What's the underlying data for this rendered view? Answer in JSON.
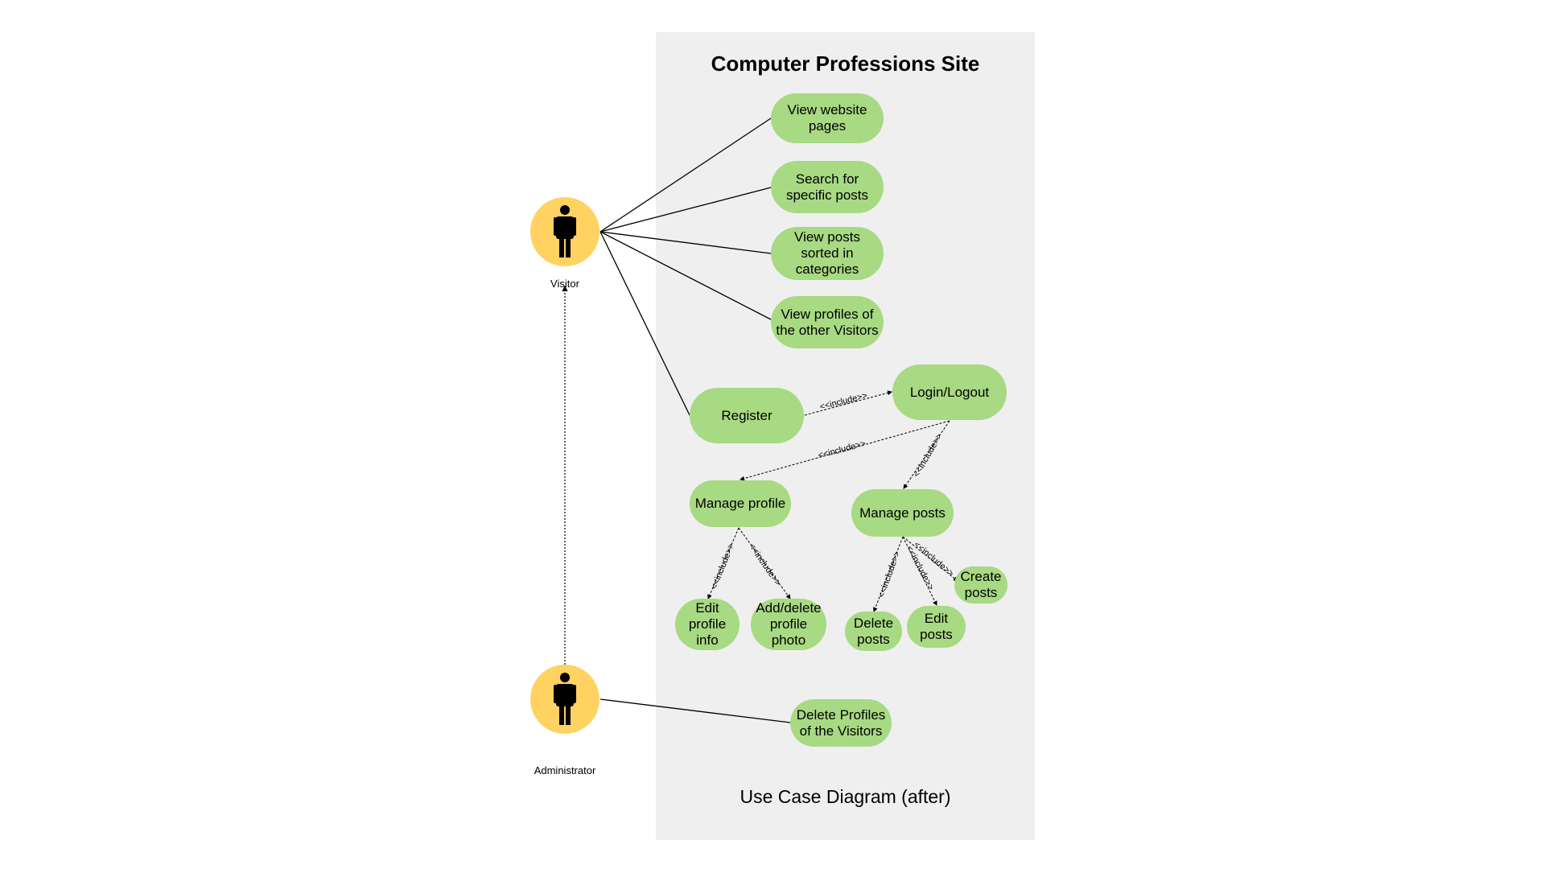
{
  "system": {
    "title": "Computer Professions Site",
    "caption": "Use Case Diagram (after)"
  },
  "actors": {
    "visitor": {
      "label": "Visitor"
    },
    "administrator": {
      "label": "Administrator"
    }
  },
  "use_cases": {
    "view_pages": "View website\npages",
    "search_posts": "Search for\nspecific posts",
    "view_sorted": "View posts\nsorted in\ncategories",
    "view_profiles": "View profiles of\nthe other Visitors",
    "register": "Register",
    "login": "Login/Logout",
    "manage_profile": "Manage profile",
    "manage_posts": "Manage posts",
    "edit_profile_info": "Edit\nprofile\ninfo",
    "add_delete_photo": "Add/delete\nprofile\nphoto",
    "delete_posts": "Delete\nposts",
    "edit_posts": "Edit\nposts",
    "create_posts": "Create\nposts",
    "delete_profiles": "Delete Profiles\nof the Visitors"
  },
  "relations": {
    "include_label": "<<include>>"
  },
  "colors": {
    "boundary": "#efefef",
    "use_case": "#a8d983",
    "actor": "#ffd262"
  },
  "icons": {
    "actor_icon": "person-icon"
  }
}
